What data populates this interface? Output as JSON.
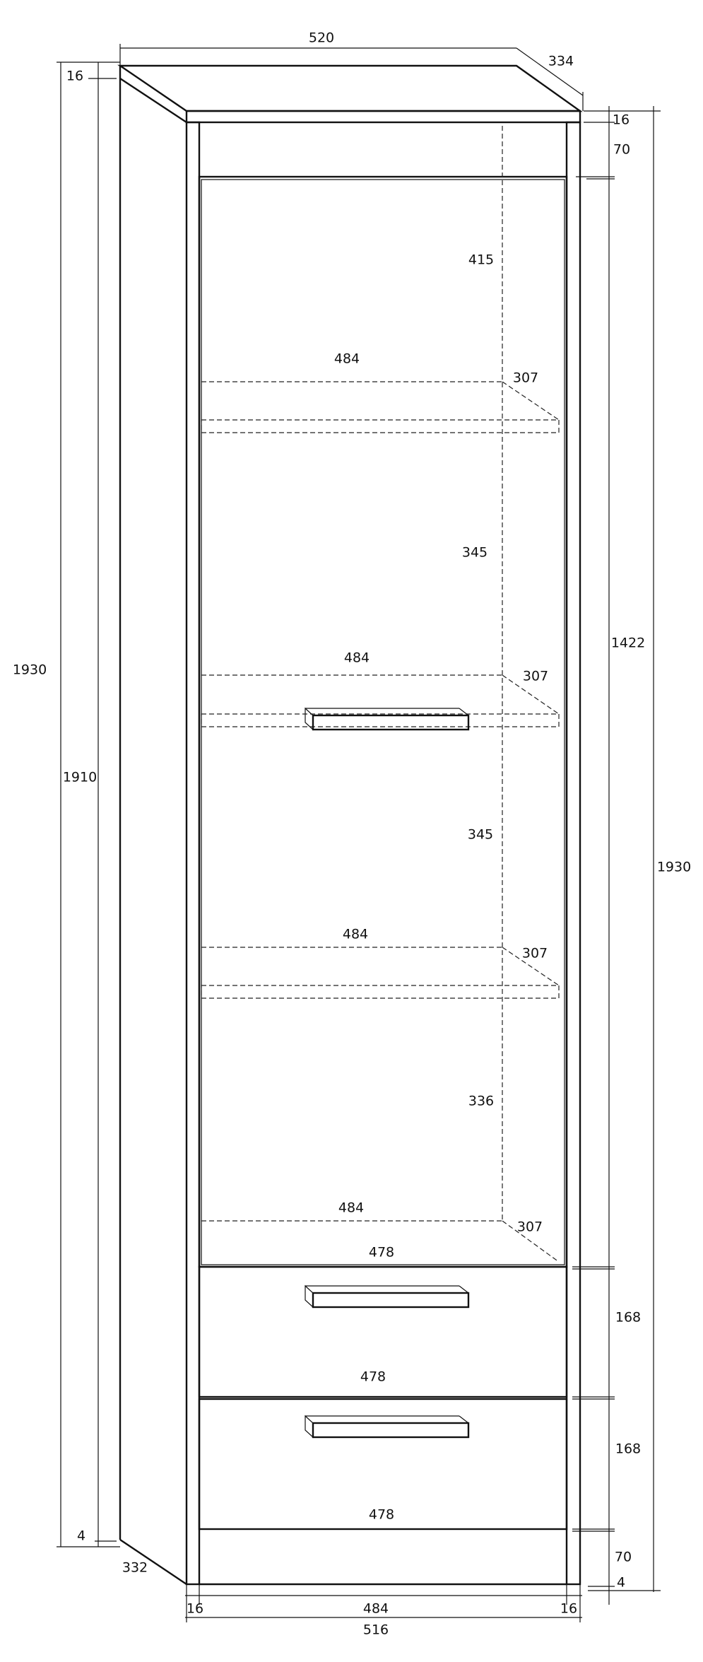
{
  "title": "Cabinet dimension drawing",
  "dimensions": {
    "overall_width_top": "520",
    "depth_top": "334",
    "top_thickness_left": "16",
    "height_outer_left": "1930",
    "height_side_left": "1910",
    "bottom_gap_left": "4",
    "depth_bottom": "332",
    "top_thickness_right": "16",
    "top_rail_right": "70",
    "door_height": "1422",
    "height_outer_right": "1930",
    "drawer1_height": "168",
    "drawer2_height": "168",
    "plinth_height": "70",
    "bottom_gap_right": "4",
    "side_left": "16",
    "inner_width": "484",
    "side_right": "16",
    "overall_width_bottom": "516"
  },
  "interior": {
    "compartment_heights": [
      "415",
      "345",
      "345",
      "336"
    ],
    "shelf_widths": [
      "484",
      "484",
      "484",
      "484"
    ],
    "shelf_depths": [
      "307",
      "307",
      "307",
      "307"
    ],
    "drawer_widths": [
      "478",
      "478",
      "478"
    ]
  }
}
